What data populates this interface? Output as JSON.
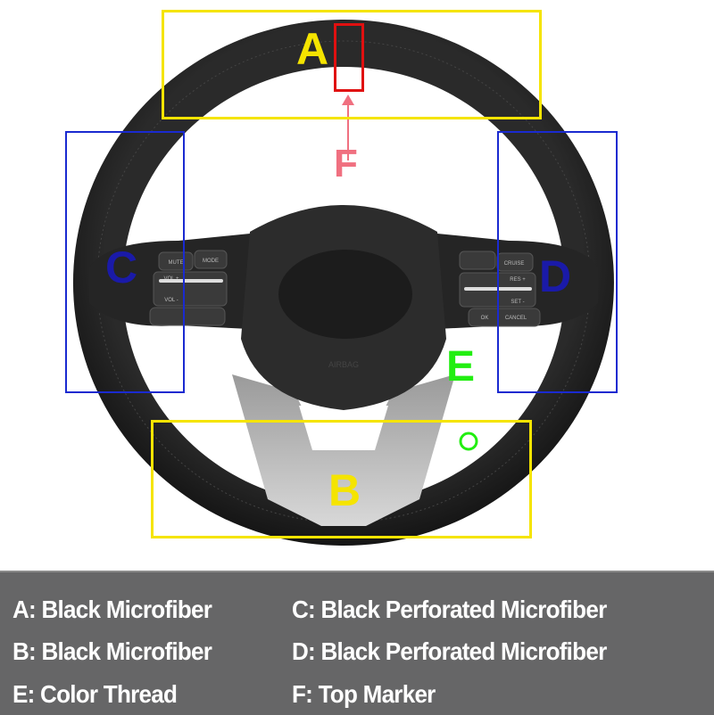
{
  "markers": {
    "a": {
      "letter": "A",
      "color": "#f5e400"
    },
    "b": {
      "letter": "B",
      "color": "#f5e400"
    },
    "c": {
      "letter": "C",
      "color": "#1a1aa8"
    },
    "d": {
      "letter": "D",
      "color": "#1a1aa8"
    },
    "e": {
      "letter": "E",
      "color": "#22ee11"
    },
    "f": {
      "letter": "F",
      "color": "#f07080"
    }
  },
  "wheel_buttons": {
    "left": [
      "MUTE",
      "MODE",
      "VOL +",
      "VOL -"
    ],
    "right": [
      "CRUISE",
      "RES +",
      "SET -",
      "OK",
      "CANCEL"
    ],
    "airbag": "AIRBAG"
  },
  "legend": {
    "items": [
      "A: Black Microfiber",
      "C: Black Perforated Microfiber",
      "B: Black Microfiber",
      "D: Black Perforated Microfiber",
      "E: Color Thread",
      "F: Top Marker"
    ],
    "background": "#666667"
  }
}
